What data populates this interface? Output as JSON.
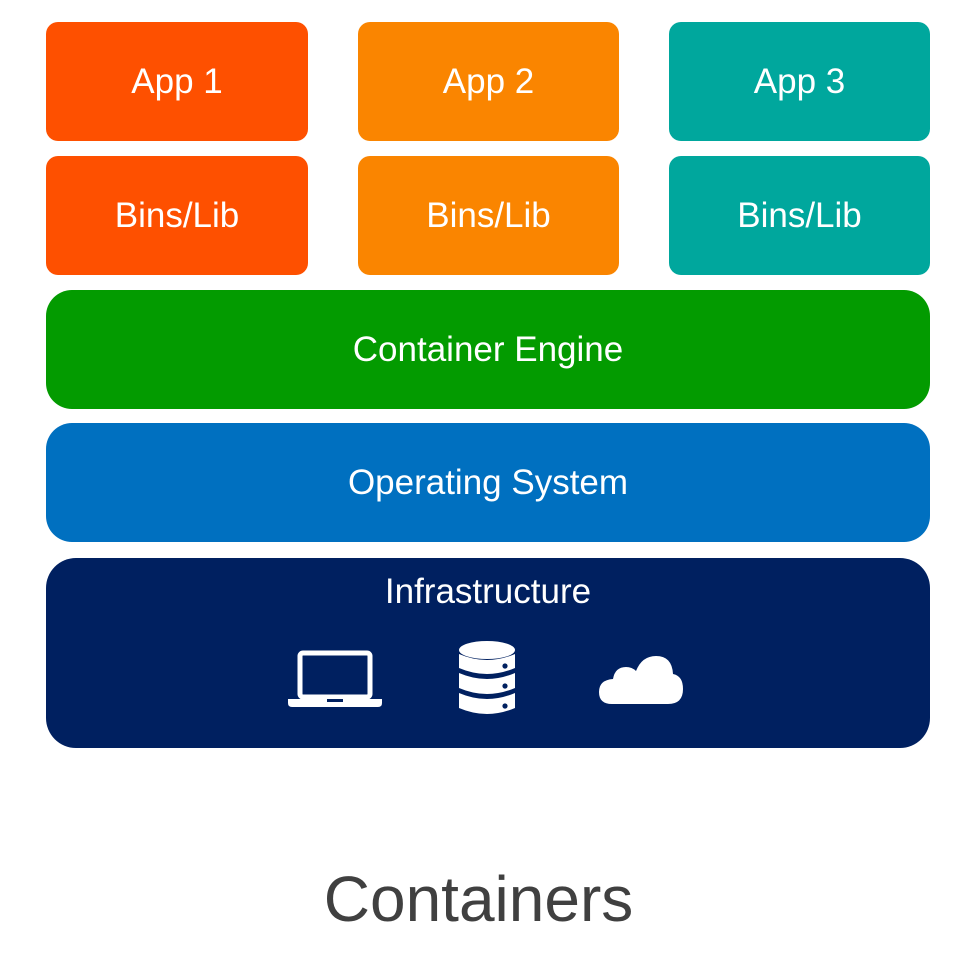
{
  "colors": {
    "app1": "#fe5000",
    "app2": "#fa8500",
    "app3": "#00a79d",
    "container_engine": "#039b00",
    "operating_system": "#0070c0",
    "infrastructure": "#002060",
    "caption": "#404040"
  },
  "columns": [
    {
      "app_label": "App 1",
      "bins_label": "Bins/Lib"
    },
    {
      "app_label": "App 2",
      "bins_label": "Bins/Lib"
    },
    {
      "app_label": "App 3",
      "bins_label": "Bins/Lib"
    }
  ],
  "layers": {
    "container_engine": "Container Engine",
    "operating_system": "Operating System",
    "infrastructure": "Infrastructure"
  },
  "infrastructure_icons": [
    "laptop-icon",
    "database-icon",
    "cloud-icon"
  ],
  "caption": "Containers"
}
